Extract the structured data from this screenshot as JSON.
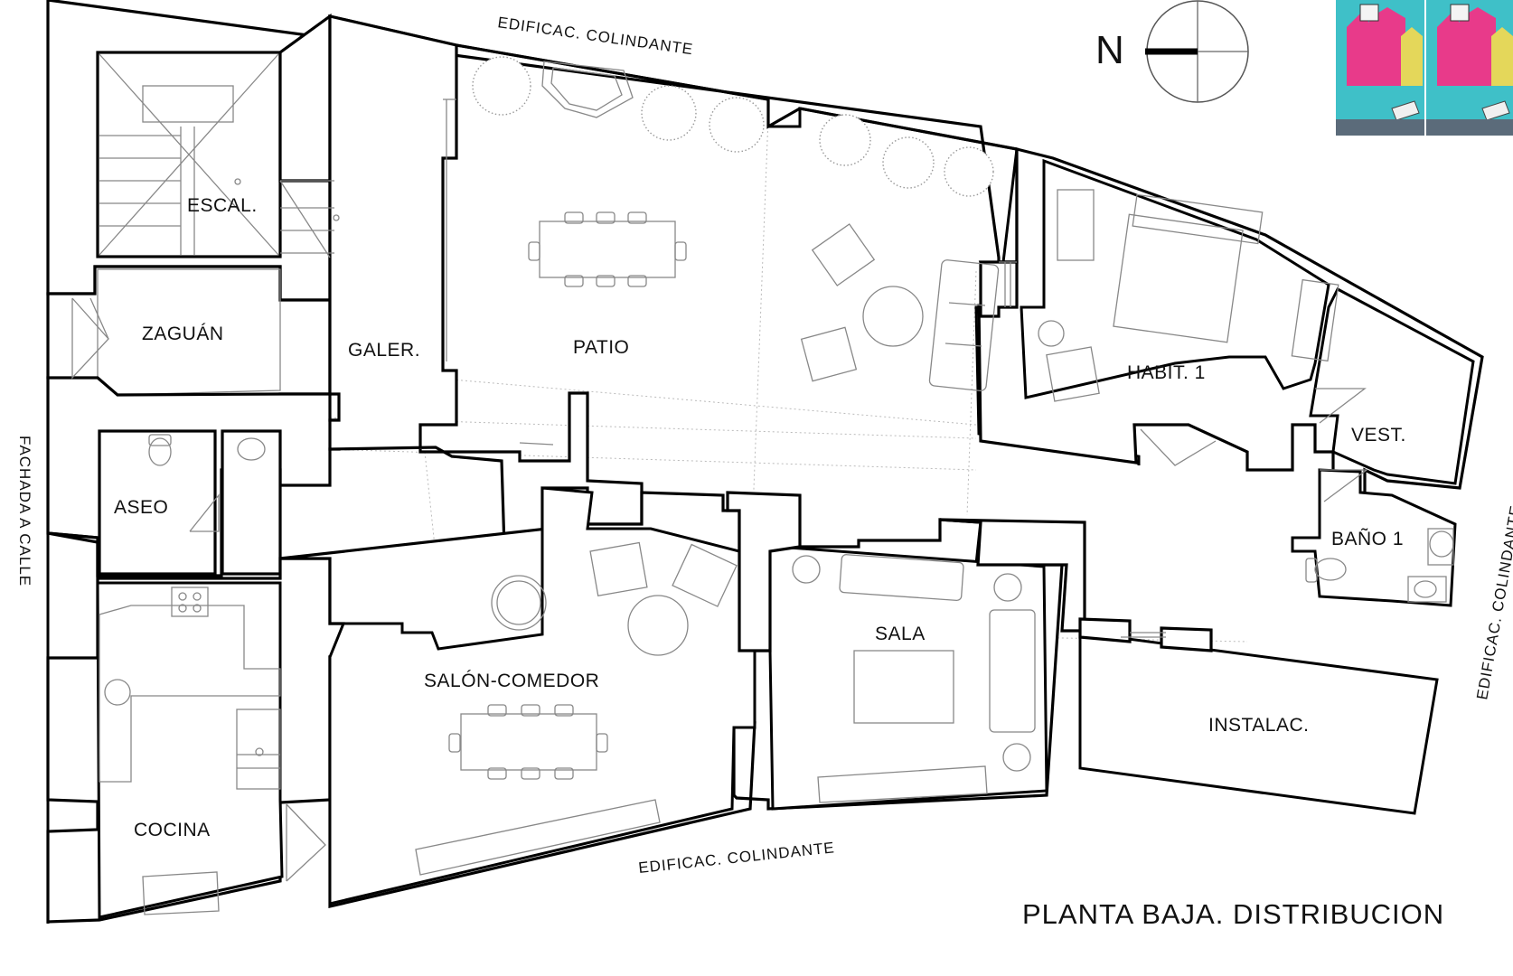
{
  "plan_title": "PLANTA BAJA. DISTRIBUCION",
  "compass_label": "N",
  "rooms": {
    "escal": "ESCAL.",
    "zaguan": "ZAGUÁN",
    "galer": "GALER.",
    "patio": "PATIO",
    "aseo": "ASEO",
    "cocina": "COCINA",
    "salon_comedor": "SALÓN-COMEDOR",
    "sala": "SALA",
    "habit1": "HABIT. 1",
    "vest": "VEST.",
    "bano1": "BAÑO 1",
    "instalac": "INSTALAC."
  },
  "neighbors": {
    "top": "EDIFICAC. COLINDANTE",
    "bottom": "EDIFICAC. COLINDANTE",
    "right": "EDIFICAC. COLINDANTE"
  },
  "street_label": "FACHADA A CALLE",
  "thumbnail": {
    "description_icon": "colorful-houses-toy-icon",
    "colors": {
      "sky": "#3fc0c8",
      "house_pink": "#e83a8a",
      "house_yellow": "#e4d75a",
      "road": "#5b6b7a"
    }
  }
}
